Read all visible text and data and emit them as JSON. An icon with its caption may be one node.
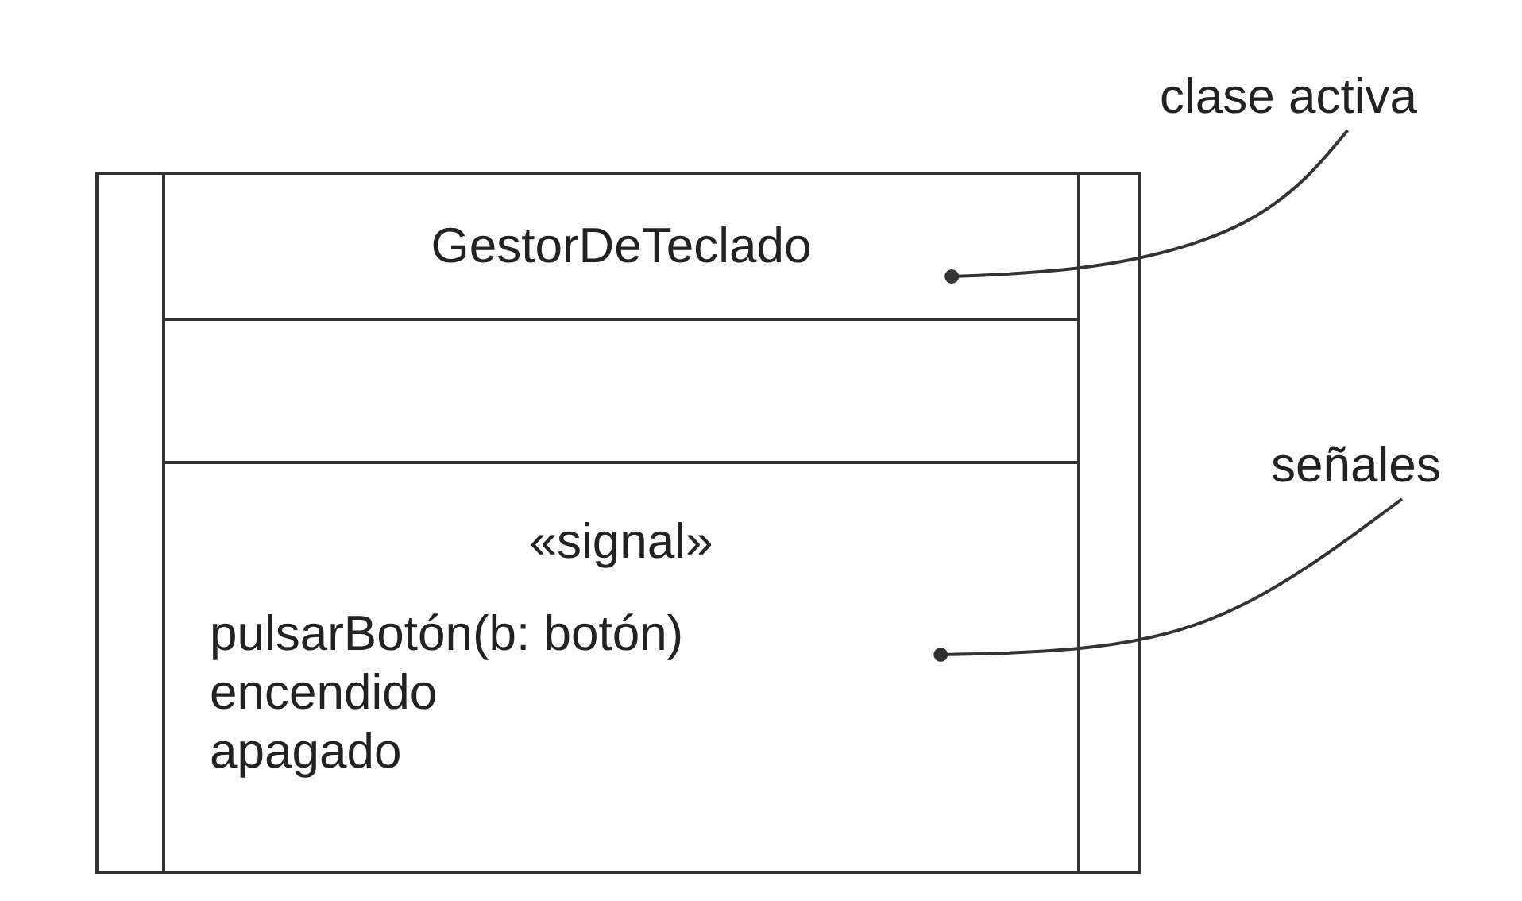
{
  "diagram": {
    "nodes": [
      {
        "text": [],
        "shape": "box"
      },
      {
        "text": [
          "GestorDeTeclado"
        ],
        "in": 0
      },
      {
        "text": [],
        "shape": "box",
        "in": 0
      },
      {
        "text": [
          "«signal»",
          "pulsarBotón(b: botón)",
          "encendido",
          "apagado"
        ],
        "in": 0
      },
      {
        "text": [
          "clase activa"
        ]
      },
      {
        "text": [
          "señales"
        ]
      }
    ],
    "edges": [
      {
        "from": 4,
        "to": 1,
        "arrow": "other"
      },
      {
        "from": 5,
        "to": 3,
        "arrow": "other"
      }
    ]
  }
}
